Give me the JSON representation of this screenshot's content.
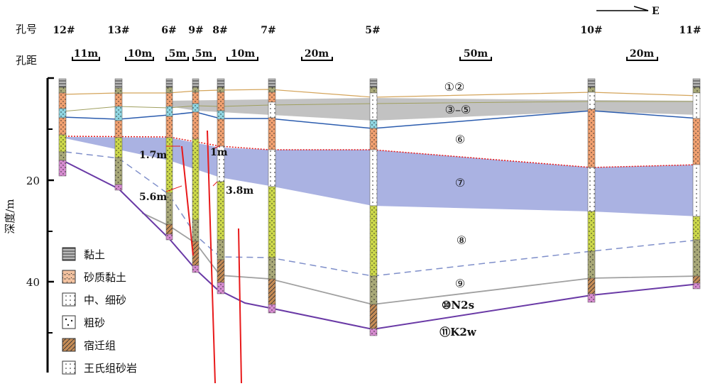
{
  "header": {
    "direction_label": "E",
    "hole_row_label": "孔号",
    "spacing_row_label": "孔距"
  },
  "holes": [
    {
      "id": "12#"
    },
    {
      "id": "13#"
    },
    {
      "id": "6#"
    },
    {
      "id": "9#"
    },
    {
      "id": "8#"
    },
    {
      "id": "7#"
    },
    {
      "id": "5#"
    },
    {
      "id": "10#"
    },
    {
      "id": "11#"
    }
  ],
  "spacings": [
    "11m",
    "10m",
    "5m",
    "5m",
    "10m",
    "20m",
    "50m",
    "20m"
  ],
  "axis": {
    "title": "深度/m",
    "ticks": [
      "20",
      "40"
    ]
  },
  "layers": [
    "①②",
    "③–⑤",
    "⑥",
    "⑦",
    "⑧",
    "⑨",
    "⑩N2s",
    "⑪K2w"
  ],
  "offsets": [
    "1.7m",
    "1m",
    "5.6m",
    "3.8m"
  ],
  "legend": [
    {
      "label": "黏土",
      "pattern": "clay"
    },
    {
      "label": "砂质黏土",
      "pattern": "sandy-clay"
    },
    {
      "label": "中、细砂",
      "pattern": "fine-sand"
    },
    {
      "label": "粗砂",
      "pattern": "coarse-sand"
    },
    {
      "label": "宿迁组",
      "pattern": "suqian"
    },
    {
      "label": "王氏组砂岩",
      "pattern": "wangshi"
    }
  ],
  "colors": {
    "clay": "#b8b8b8",
    "cyan": "#8fd6e2",
    "orange": "#f0a070",
    "yellowgreen": "#ccd84a",
    "olive": "#a8a878",
    "brown": "#c58c56",
    "pink": "#d68bd0",
    "band_gray": "#c2c2c2",
    "band_purple": "#aab2e2",
    "fault": "#e8191a",
    "purple_line": "#6a3aa6",
    "blue_line": "#2b5cae",
    "dash_line": "#7f8fca"
  }
}
